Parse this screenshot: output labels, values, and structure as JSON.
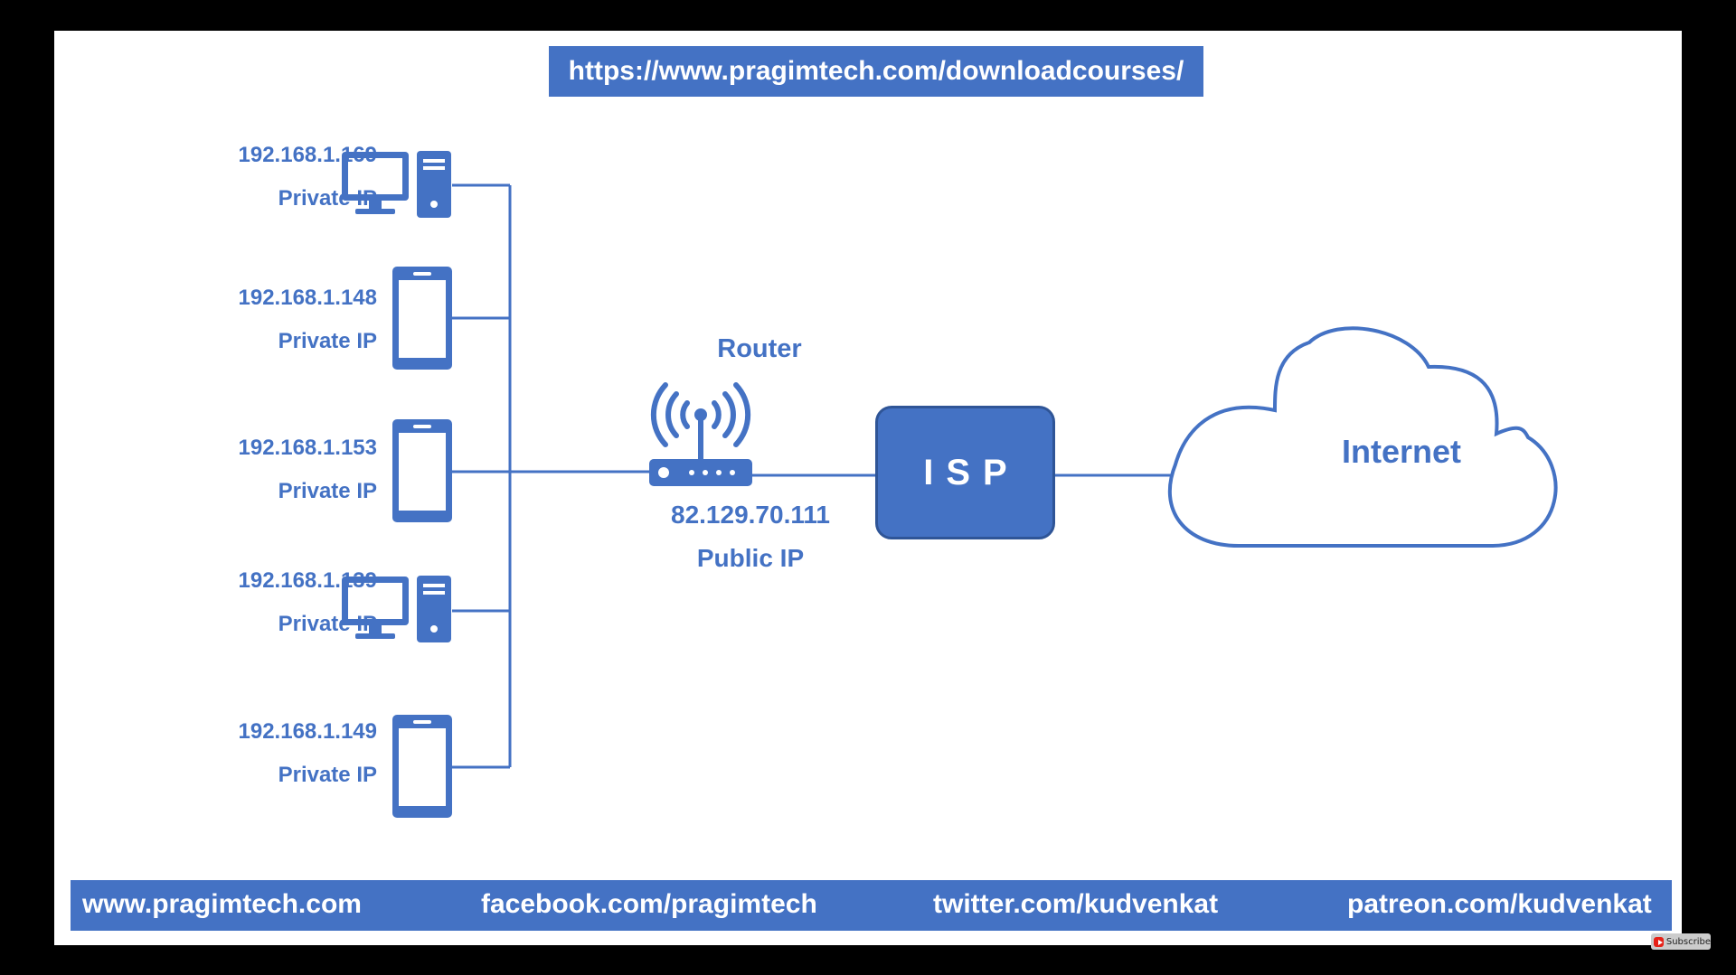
{
  "url_banner": "https://www.pragimtech.com/downloadcourses/",
  "devices": [
    {
      "ip": "192.168.1.169",
      "label": "Private IP",
      "icon": "desktop-computer-icon"
    },
    {
      "ip": "192.168.1.148",
      "label": "Private IP",
      "icon": "mobile-phone-icon"
    },
    {
      "ip": "192.168.1.153",
      "label": "Private IP",
      "icon": "mobile-phone-icon"
    },
    {
      "ip": "192.168.1.139",
      "label": "Private IP",
      "icon": "desktop-computer-icon"
    },
    {
      "ip": "192.168.1.149",
      "label": "Private IP",
      "icon": "mobile-phone-icon"
    }
  ],
  "router": {
    "title": "Router",
    "ip": "82.129.70.111",
    "ip_label": "Public IP",
    "icon": "wifi-router-icon"
  },
  "isp": {
    "label": "ISP"
  },
  "internet": {
    "label": "Internet",
    "icon": "cloud-icon"
  },
  "footer": {
    "website": "www.pragimtech.com",
    "facebook": "facebook.com/pragimtech",
    "twitter": "twitter.com/kudvenkat",
    "patreon": "patreon.com/kudvenkat"
  },
  "subscribe_label": "Subscribe",
  "colors": {
    "accent": "#4472c4",
    "accent_dark": "#2f5597",
    "background": "#ffffff",
    "frame": "#000000"
  }
}
